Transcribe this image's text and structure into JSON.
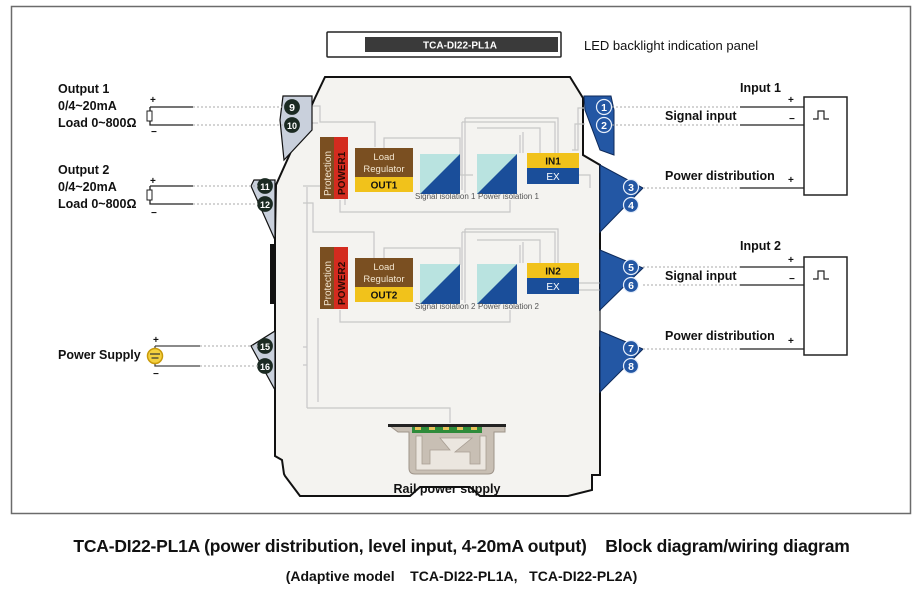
{
  "panel": {
    "model_label": "TCA-DI22-PL1A",
    "panel_caption": "LED backlight indication panel"
  },
  "outputs": [
    {
      "title": "Output 1",
      "range": "0/4~20mA",
      "load": "Load 0~800Ω",
      "plus": "+",
      "minus": "−",
      "terminals": [
        "9",
        "10"
      ]
    },
    {
      "title": "Output 2",
      "range": "0/4~20mA",
      "load": "Load 0~800Ω",
      "plus": "+",
      "minus": "−",
      "terminals": [
        "11",
        "12"
      ]
    }
  ],
  "power_supply": {
    "label": "Power Supply",
    "plus": "+",
    "minus": "−",
    "terminals": [
      "15",
      "16"
    ],
    "icon": "dc-source-icon"
  },
  "inputs": [
    {
      "title": "Input 1",
      "signal_label": "Signal input",
      "power_label": "Power distribution",
      "signal_terminals": [
        "1",
        "2"
      ],
      "power_terminals": [
        "3",
        "4"
      ],
      "plus": "+",
      "minus": "−",
      "icon": "pulse-icon"
    },
    {
      "title": "Input 2",
      "signal_label": "Signal input",
      "power_label": "Power distribution",
      "signal_terminals": [
        "5",
        "6"
      ],
      "power_terminals": [
        "7",
        "8"
      ],
      "plus": "+",
      "minus": "−",
      "icon": "pulse-icon"
    }
  ],
  "channels": [
    {
      "protection": "Protection",
      "power": "POWER1",
      "regulator_line1": "Load",
      "regulator_line2": "Regulator",
      "out": "OUT1",
      "signal_isolation": "Signal isolation 1",
      "power_isolation": "Power isolation 1",
      "in": "IN1",
      "ex": "EX"
    },
    {
      "protection": "Protection",
      "power": "POWER2",
      "regulator_line1": "Load",
      "regulator_line2": "Regulator",
      "out": "OUT2",
      "signal_isolation": "Signal isolation 2",
      "power_isolation": "Power isolation 2",
      "in": "IN2",
      "ex": "EX"
    }
  ],
  "rail": {
    "label": "Rail power supply"
  },
  "caption": {
    "main_left": "TCA-DI22-PL1A (power distribution, level input, 4-20mA output)",
    "main_right": "Block diagram/wiring diagram",
    "sub": "(Adaptive model    TCA-DI22-PL1A,   TCA-DI22-PL2A)"
  },
  "colors": {
    "brown": "#7a4f21",
    "red": "#d42b1f",
    "yellow": "#f1c21b",
    "dark_blue": "#1a4e9a",
    "light_teal": "#b9e3e0",
    "terminal_blue": "#2357a4",
    "terminal_gray": "#c9d0dc",
    "terminal_dark": "#1b2a22",
    "body": "#f4f3f0"
  }
}
